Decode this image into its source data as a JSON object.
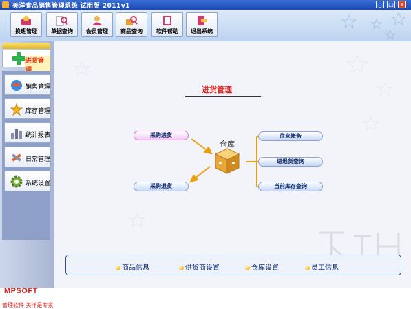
{
  "window": {
    "title": "美洋食品销售管理系统  试用版   2011v1",
    "minimize": "_",
    "maximize": "□",
    "close": "×"
  },
  "toolbar": [
    {
      "label": "换班管理",
      "icon": "shift-icon"
    },
    {
      "label": "单据查询",
      "icon": "doc-search-icon"
    },
    {
      "label": "会员管理",
      "icon": "member-icon"
    },
    {
      "label": "商品查询",
      "icon": "goods-search-icon"
    },
    {
      "label": "软件帮助",
      "icon": "help-icon"
    },
    {
      "label": "退出系统",
      "icon": "exit-icon"
    }
  ],
  "sidebar": {
    "active": {
      "label": "进货管理",
      "icon": "plus-icon"
    },
    "items": [
      {
        "label": "销售管理",
        "icon": "globe-icon"
      },
      {
        "label": "库存管理",
        "icon": "star-icon"
      },
      {
        "label": "统计报表",
        "icon": "bar-chart-icon"
      },
      {
        "label": "日常管理",
        "icon": "tools-icon"
      },
      {
        "label": "系统设置",
        "icon": "gear-icon"
      }
    ],
    "logo": "MPSOFT",
    "slogan": "管理软件  美洋是专家"
  },
  "main": {
    "title": "进货管理",
    "warehouse": "仓库",
    "left": {
      "purchase_in": "采购进货",
      "purchase_return": "采购退货"
    },
    "right": [
      "往来帐务",
      "进退货查询",
      "当前库存查询"
    ],
    "bottom_links": [
      "商品信息",
      "供货商设置",
      "仓库设置",
      "员工信息"
    ]
  },
  "colors": {
    "accent_red": "#e0201a",
    "title_bar": "#1c49b2",
    "nav_bg": "#a9b6d3",
    "arrow_orange": "#e8a012"
  }
}
